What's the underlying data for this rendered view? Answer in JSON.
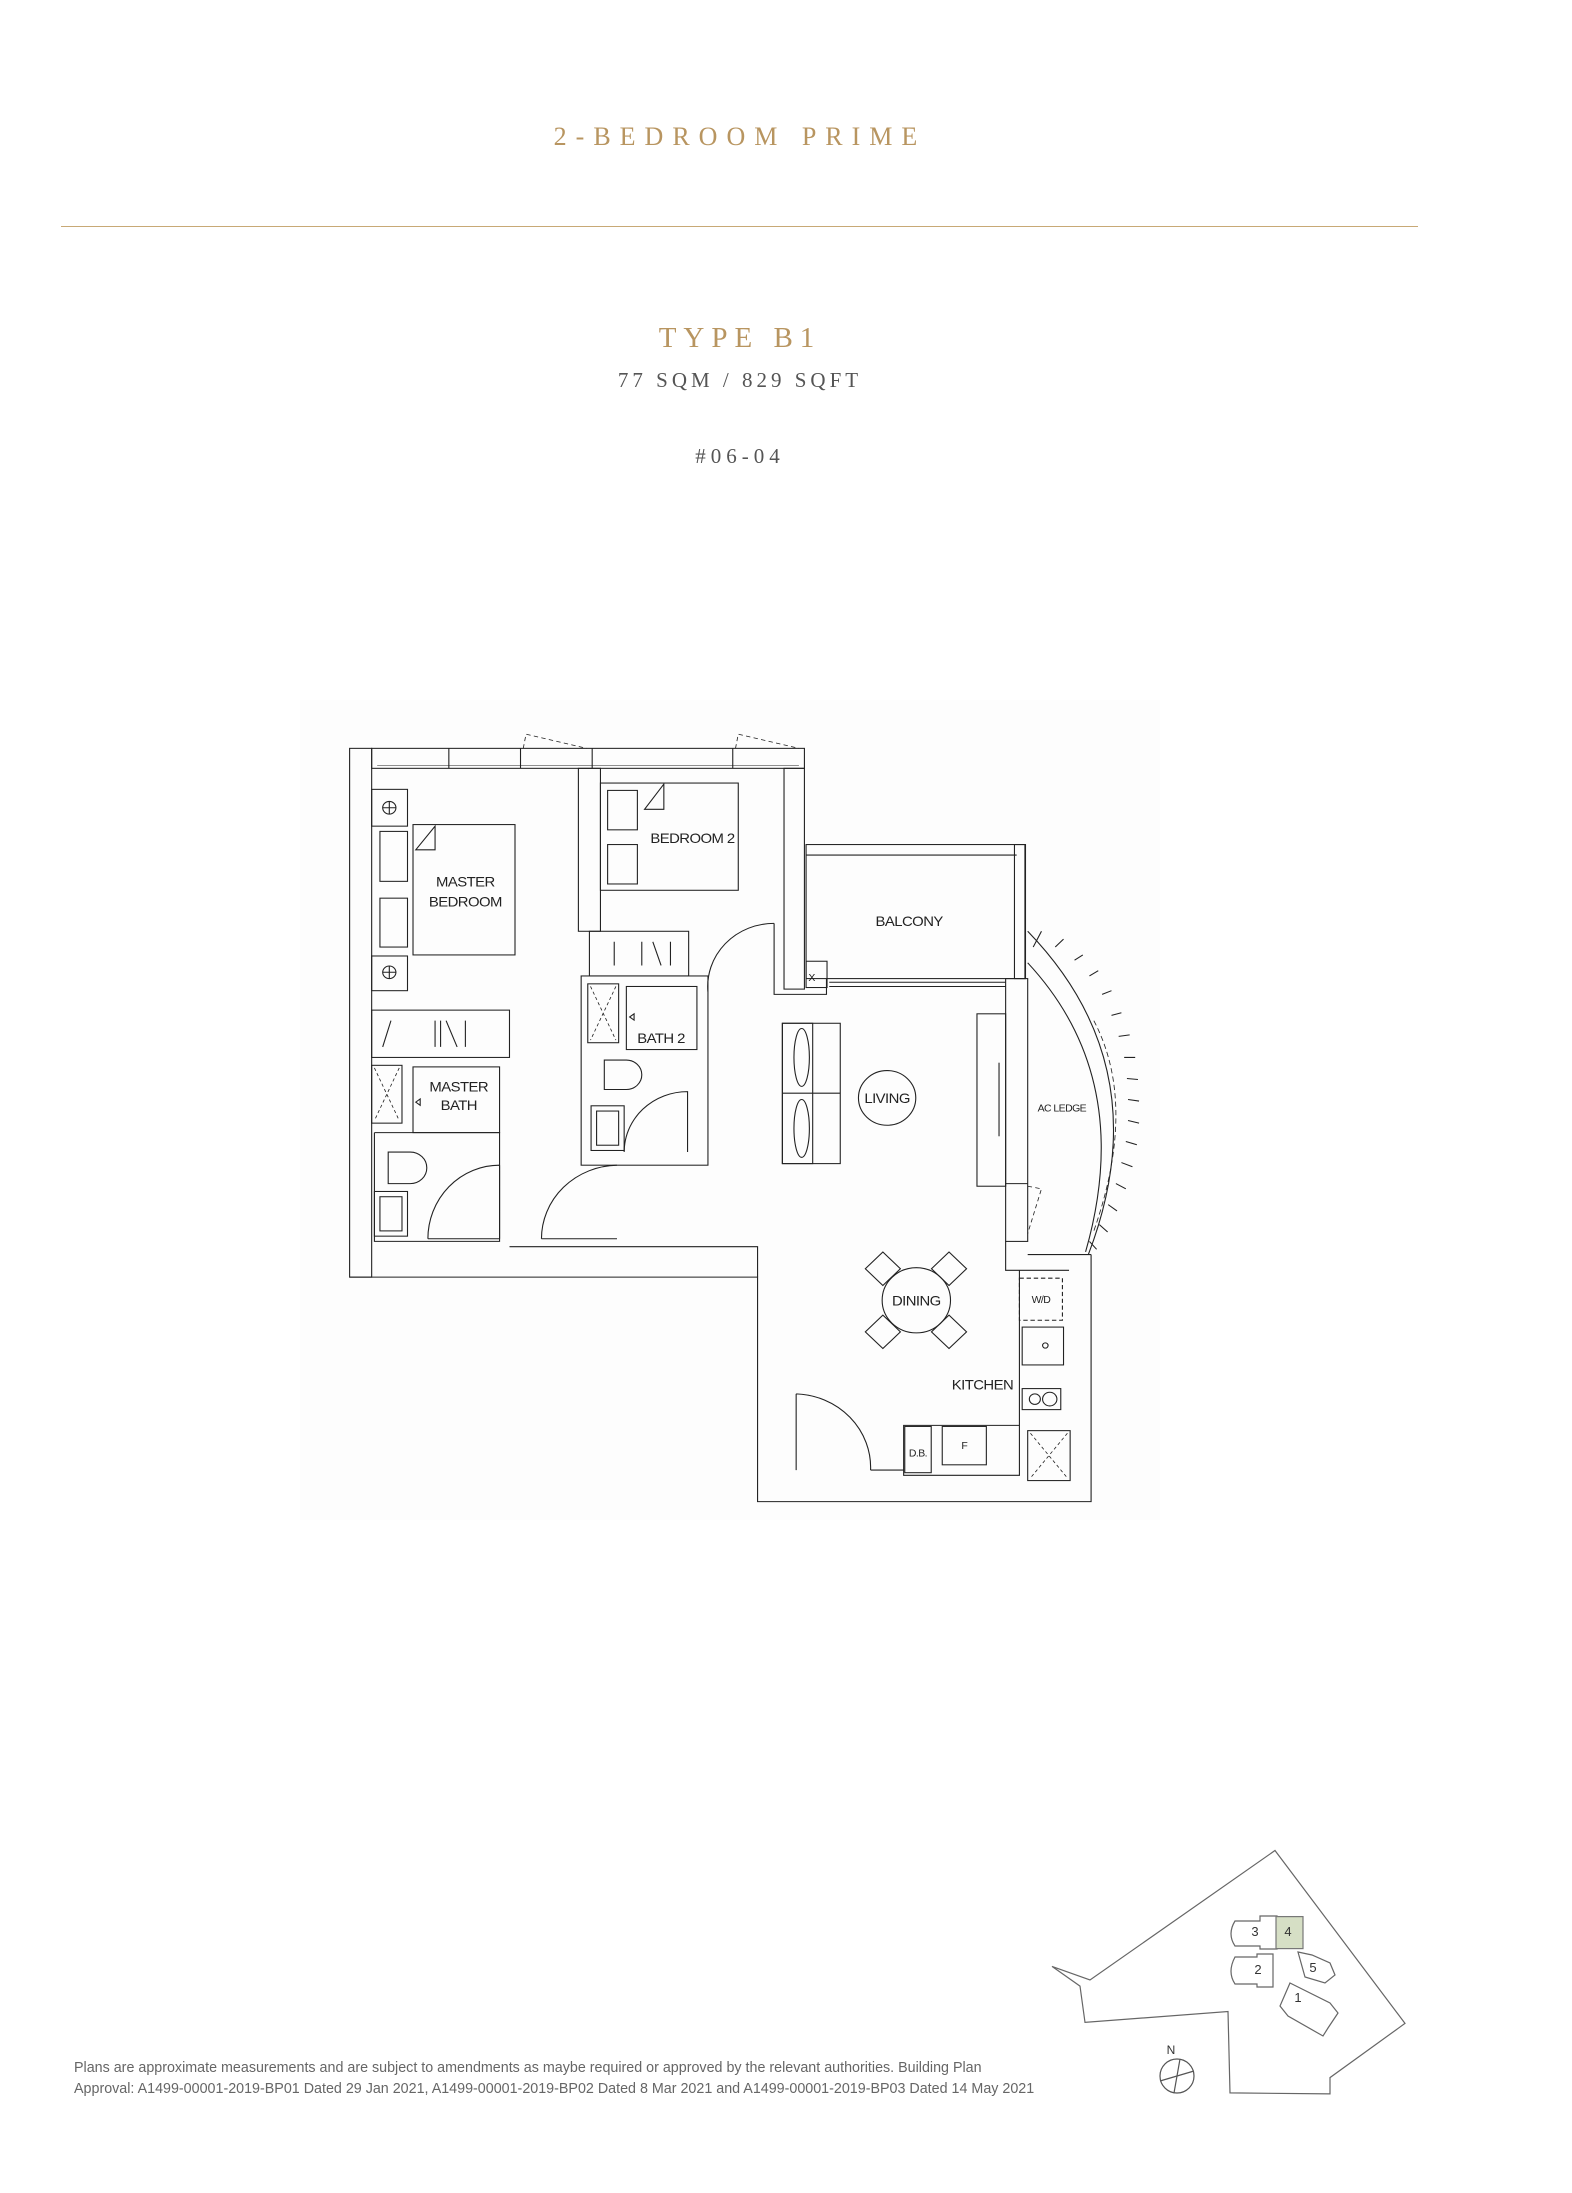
{
  "header": {
    "category": "2-BEDROOM PRIME",
    "type": "TYPE B1",
    "area": "77 SQM / 829 SQFT",
    "unit": "#06-04"
  },
  "colors": {
    "gold": "#b89560",
    "text_gray": "#555555",
    "highlight": "#d6dfc5"
  },
  "floor_plan": {
    "rooms": {
      "master_bedroom_1": "MASTER",
      "master_bedroom_2": "BEDROOM",
      "bedroom_2": "BEDROOM 2",
      "balcony": "BALCONY",
      "bath_2": "BATH 2",
      "master_bath_1": "MASTER",
      "master_bath_2": "BATH",
      "living": "LIVING",
      "ac_ledge": "AC LEDGE",
      "dining": "DINING",
      "kitchen": "KITCHEN",
      "washer_dryer": "W/D",
      "distribution_board": "D.B.",
      "fridge": "F",
      "shaft": "X"
    }
  },
  "key_plan": {
    "blocks": [
      "1",
      "2",
      "3",
      "4",
      "5"
    ],
    "highlighted_block": "4",
    "north": "N"
  },
  "footnote": {
    "line1": "Plans are approximate measurements and are subject to amendments as maybe required or approved by the relevant authorities. Building Plan",
    "line2": "Approval: A1499-00001-2019-BP01 Dated 29 Jan 2021, A1499-00001-2019-BP02 Dated 8 Mar 2021 and A1499-00001-2019-BP03 Dated 14 May 2021"
  }
}
